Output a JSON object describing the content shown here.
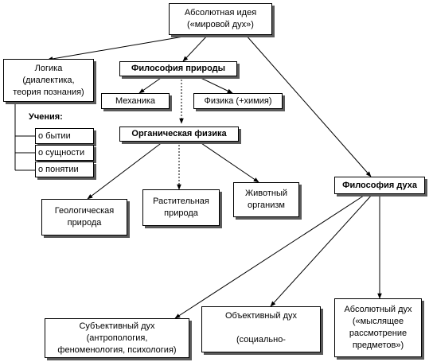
{
  "nodes": {
    "absolute_idea": "Абсолютная идея\n(«мировой дух»)",
    "logic": "Логика\n(диалектика,\nтеория познания)",
    "nature_philosophy": "Философия природы",
    "mechanics": "Механика",
    "physics": "Физика (+химия)",
    "teachings_label": "Учения:",
    "being": "о бытии",
    "essence": "о сущности",
    "concept": "о понятии",
    "organic_physics": "Органическая физика",
    "spirit_philosophy": "Философия духа",
    "geological": "Геологическая\nприрода",
    "plant": "Растительная\nприрода",
    "animal": "Животный\nорганизм",
    "subjective": "Субъективный дух\n(антропология,\nфеноменология, психология)",
    "objective": "Объективный дух\n\n(социально-",
    "absolute_spirit": "Абсолютный дух\n(«мыслящее\nрассмотрение\nпредметов»)"
  }
}
